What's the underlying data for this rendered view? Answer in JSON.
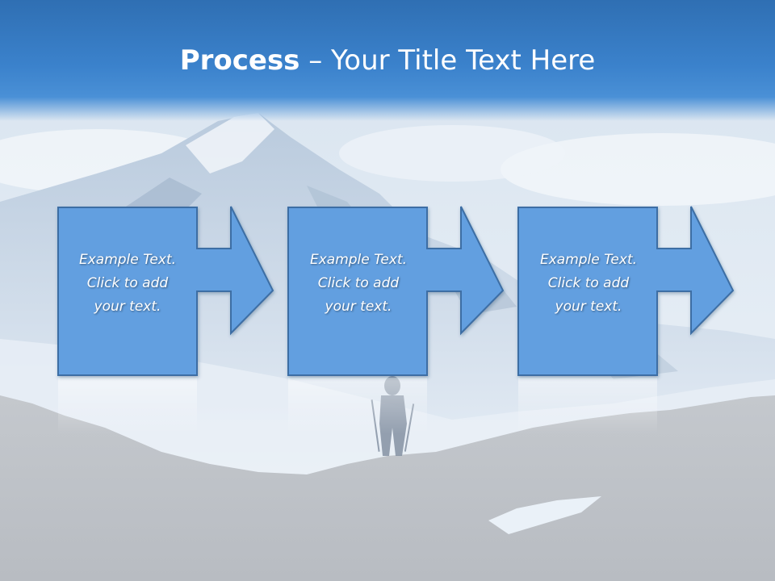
{
  "slide": {
    "title_bold": "Process",
    "title_rest": " – Your Title Text Here",
    "steps": [
      {
        "line1": "Example Text.",
        "line2": "Click  to add",
        "line3": "your text."
      },
      {
        "line1": "Example Text.",
        "line2": "Click  to add",
        "line3": "your text."
      },
      {
        "line1": "Example Text.",
        "line2": "Click  to add",
        "line3": "your text."
      }
    ]
  },
  "colors": {
    "title_band": "#3b82cc",
    "box_fill": "#5f9ee0",
    "box_border": "#3d6ea4",
    "text": "#ffffff"
  }
}
